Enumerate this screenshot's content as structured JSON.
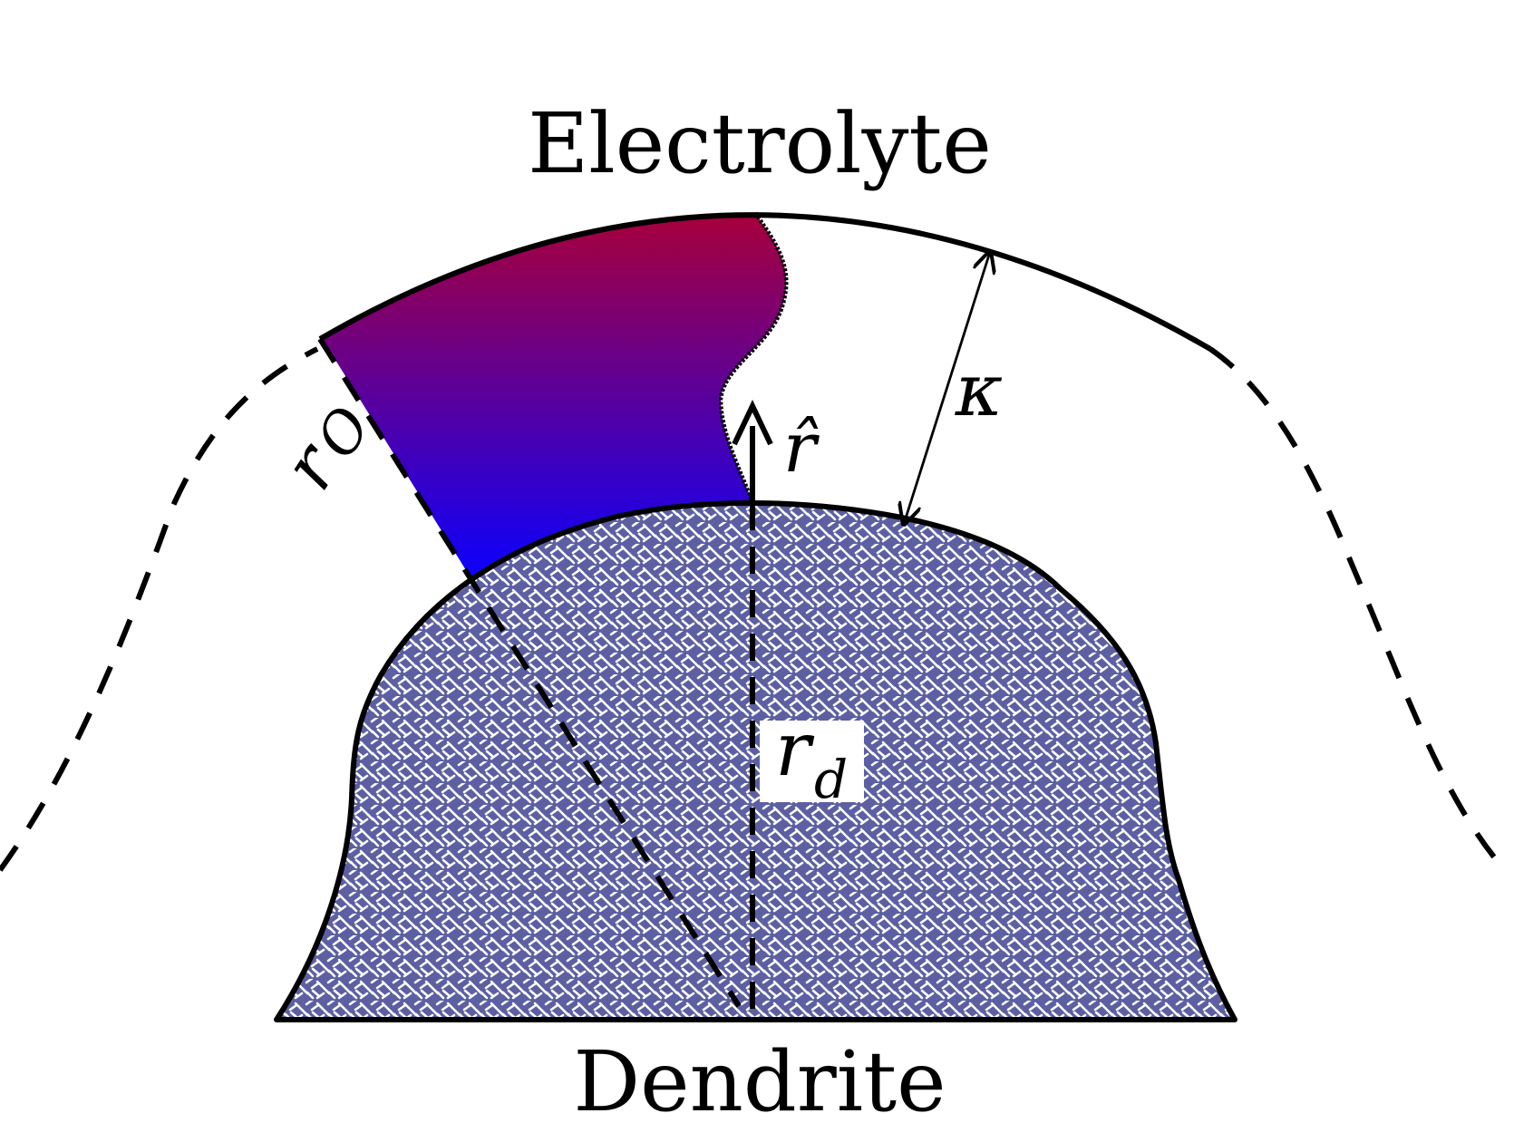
{
  "labels": {
    "electrolyte": "Electrolyte",
    "dendrite": "Dendrite",
    "kappa": "κ",
    "r_hat": "r̂",
    "r_d_main": "r",
    "r_d_sub": "d",
    "r_o_main": "r",
    "r_o_sub": "O"
  },
  "colors": {
    "gradient_top": "#a8003a",
    "gradient_bottom": "#0a00ff",
    "dendrite_fill": "#5c5fa2",
    "dendrite_pattern": "#ffffff",
    "stroke": "#000000",
    "background": "#ffffff"
  }
}
